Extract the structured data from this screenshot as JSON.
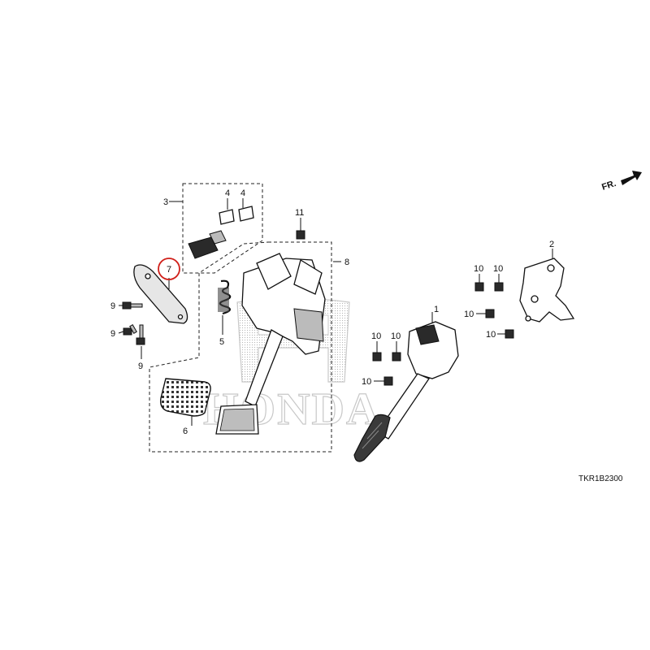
{
  "diagram": {
    "code": "TKR1B2300",
    "fr_label": "FR.",
    "watermark": "HONDA",
    "callouts": {
      "c1": "1",
      "c2": "2",
      "c3": "3",
      "c4a": "4",
      "c4b": "4",
      "c5": "5",
      "c6": "6",
      "c7": "7",
      "c8": "8",
      "c9a": "9",
      "c9b": "9",
      "c9c": "9",
      "c10a": "10",
      "c10b": "10",
      "c10c": "10",
      "c10d": "10",
      "c10e": "10",
      "c10f": "10",
      "c10g": "10",
      "c11": "11"
    },
    "highlight_color": "#d0201a"
  }
}
